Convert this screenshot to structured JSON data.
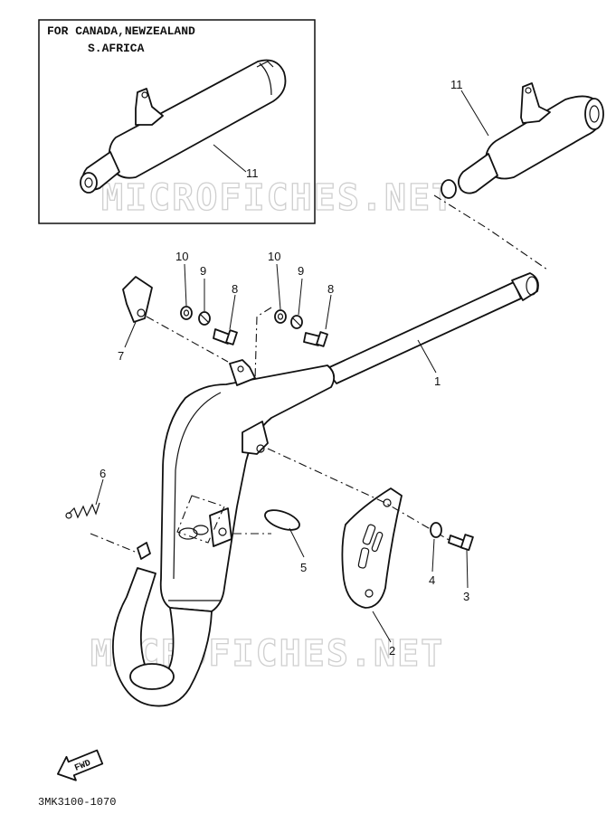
{
  "inset": {
    "title_line1": "FOR CANADA,NEWZEALAND",
    "title_line2": "S.AFRICA"
  },
  "watermark": {
    "top": "MICROFICHES.NET",
    "bottom": "MICROFICHES.NET"
  },
  "callouts": {
    "p1": "1",
    "p2": "2",
    "p3": "3",
    "p4": "4",
    "p5": "5",
    "p6": "6",
    "p7": "7",
    "p8a": "8",
    "p8b": "8",
    "p9a": "9",
    "p9b": "9",
    "p10a": "10",
    "p10b": "10",
    "p11a": "11",
    "p11b": "11"
  },
  "fwd_label": "FWD",
  "diagram_code": "3MK3100-1070"
}
